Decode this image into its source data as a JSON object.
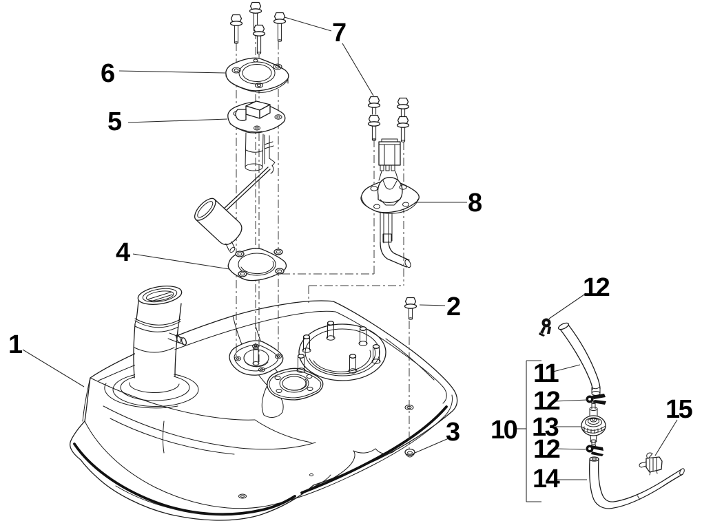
{
  "diagram": {
    "type": "exploded-parts-diagram",
    "colors": {
      "paper": "#ffffff",
      "ink": "#1c1c1c",
      "centerline": "#3a3a3a"
    },
    "callouts": [
      {
        "ref": "1"
      },
      {
        "ref": "2"
      },
      {
        "ref": "3"
      },
      {
        "ref": "4"
      },
      {
        "ref": "5"
      },
      {
        "ref": "6"
      },
      {
        "ref": "7"
      },
      {
        "ref": "8"
      },
      {
        "ref": "10"
      },
      {
        "ref": "11"
      },
      {
        "ref": "12"
      },
      {
        "ref": "12"
      },
      {
        "ref": "13"
      },
      {
        "ref": "12"
      },
      {
        "ref": "14"
      },
      {
        "ref": "15"
      }
    ]
  }
}
